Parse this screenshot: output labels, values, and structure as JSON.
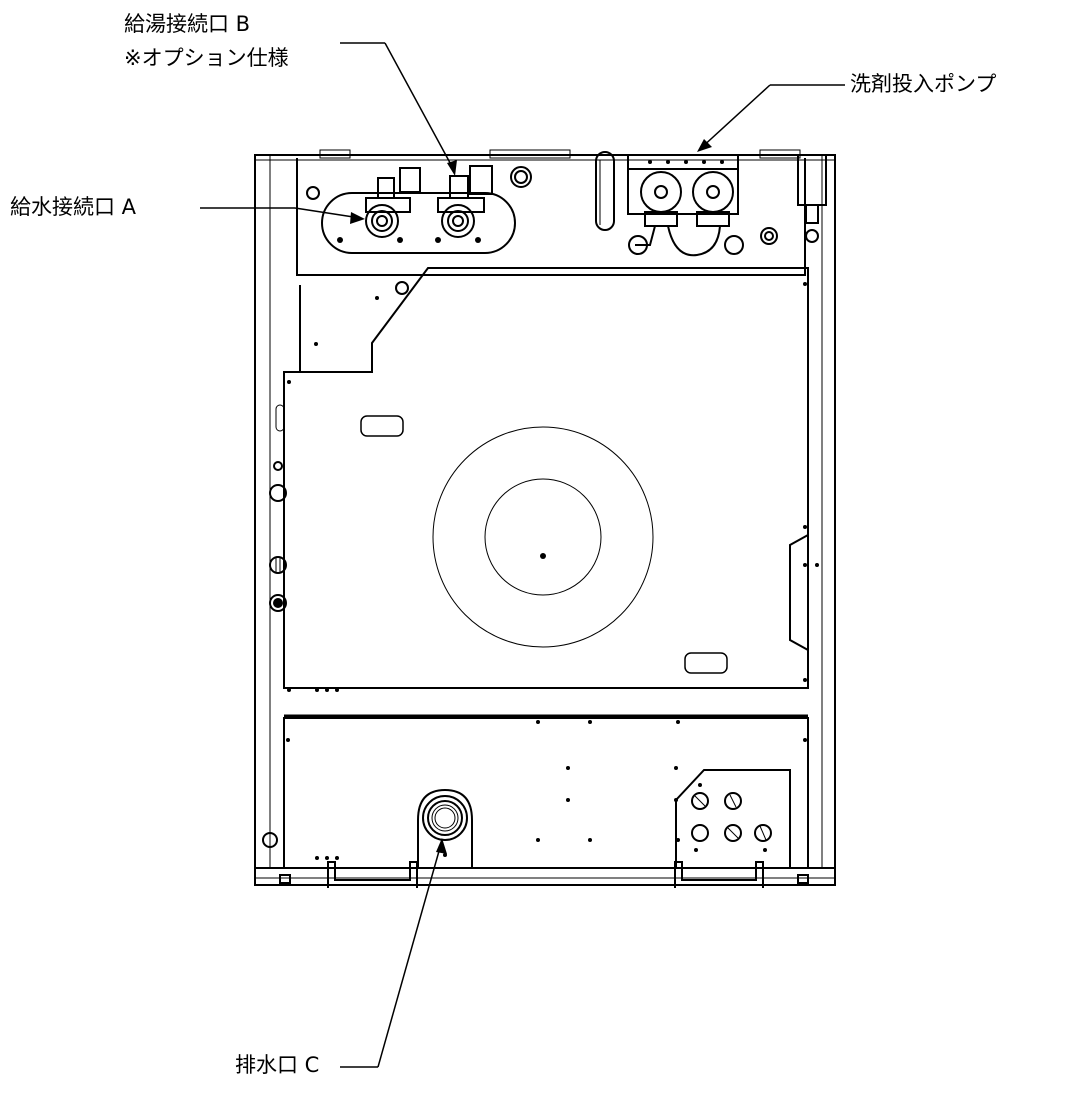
{
  "labels": {
    "hot_water_inlet_line1": "給湯接続口 B",
    "hot_water_inlet_line2": "※オプション仕様",
    "detergent_pump": "洗剤投入ポンプ",
    "water_inlet": "給水接続口 A",
    "drain_outlet": "排水口 C"
  }
}
